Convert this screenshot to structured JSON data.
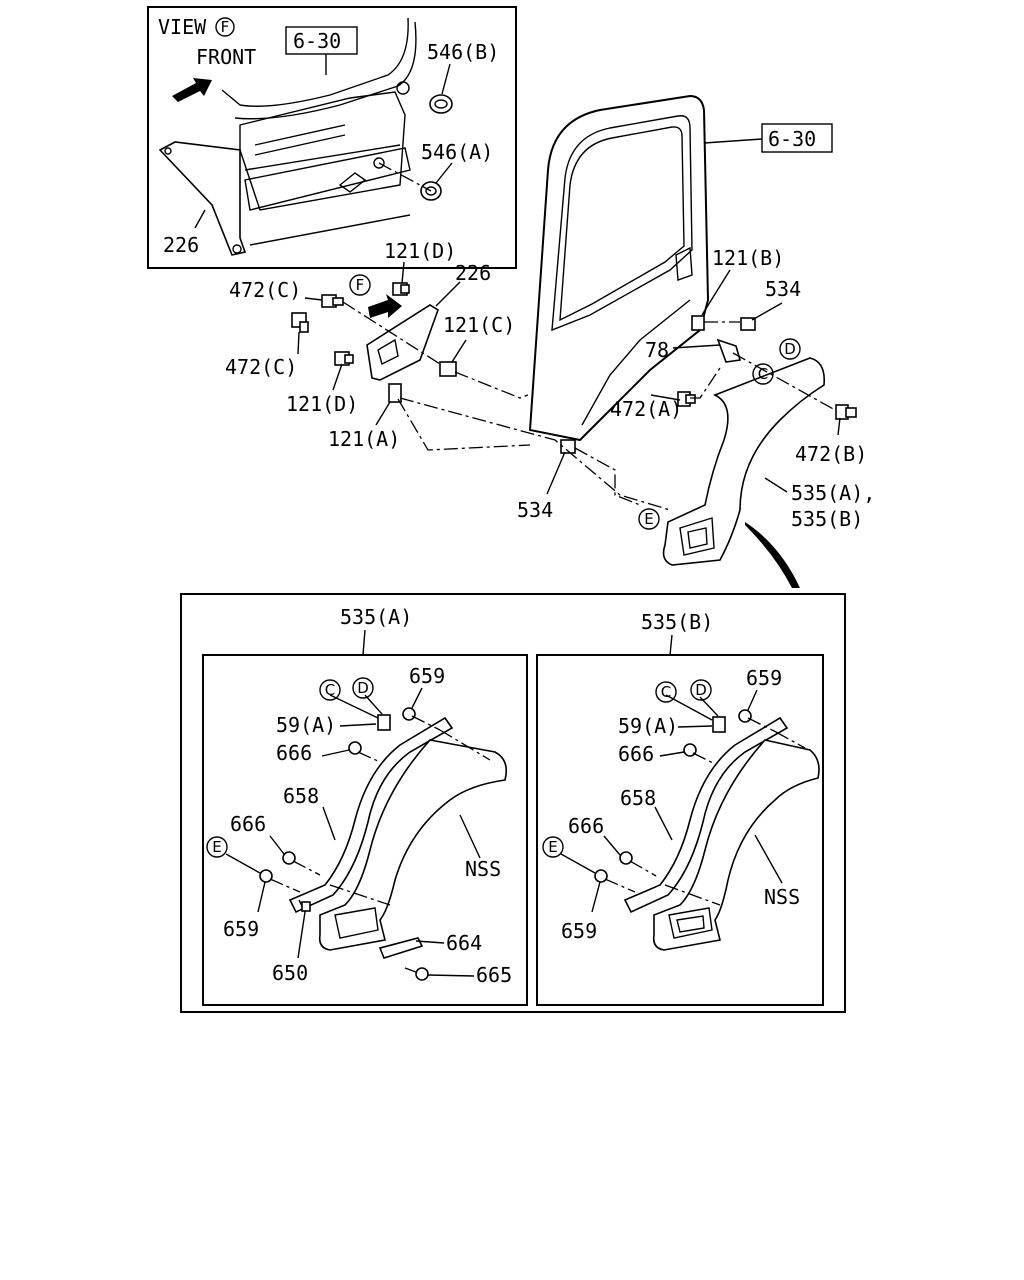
{
  "inset_view": {
    "view_label": "VIEW",
    "view_circle": "F",
    "front_label": "FRONT",
    "ref_box": "6-30",
    "parts": [
      "546(B)",
      "546(A)",
      "226"
    ]
  },
  "main": {
    "ref_box": "6-30",
    "labels": {
      "p121d_top": "121(D)",
      "p226": "226",
      "p472c_top": "472(C)",
      "p121c": "121(C)",
      "p472c_left": "472(C)",
      "p121d_left": "121(D)",
      "p121a": "121(A)",
      "p121b": "121(B)",
      "p534_top": "534",
      "p78": "78",
      "p472a": "472(A)",
      "p472b": "472(B)",
      "p534_bottom": "534",
      "p535ab_line1": "535(A),",
      "p535ab_line2": "535(B)"
    },
    "circles": {
      "f": "F",
      "d": "D",
      "c": "C",
      "e": "E"
    }
  },
  "detail": {
    "panel_a": {
      "title": "535(A)",
      "circle_c": "C",
      "circle_d": "D",
      "circle_e": "E",
      "parts": {
        "p659_top": "659",
        "p59a": "59(A)",
        "p666_top": "666",
        "p658": "658",
        "p666_mid": "666",
        "p659_bottom": "659",
        "p650": "650",
        "nss": "NSS",
        "p664": "664",
        "p665": "665"
      }
    },
    "panel_b": {
      "title": "535(B)",
      "circle_c": "C",
      "circle_d": "D",
      "circle_e": "E",
      "parts": {
        "p659_top": "659",
        "p59a": "59(A)",
        "p666_top": "666",
        "p658": "658",
        "p666_mid": "666",
        "p659_bottom": "659",
        "nss": "NSS"
      }
    }
  }
}
